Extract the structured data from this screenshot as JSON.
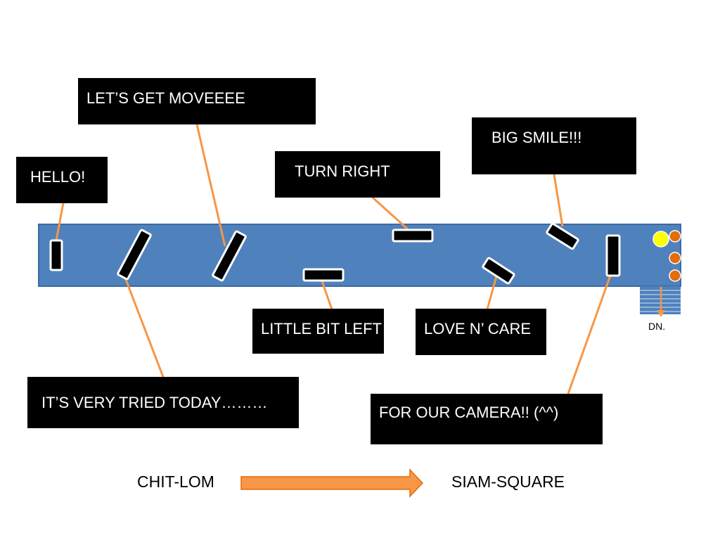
{
  "callouts": {
    "hello": "HELLO!",
    "lets_get_move": "LET’S  GET MOVEEEE",
    "turn_right": "TURN RIGHT",
    "big_smile": "BIG SMILE!!!",
    "little_bit_left": "LITTLE BIT LEFT",
    "love_n_care": "LOVE  N’ CARE",
    "very_tired": "IT’S VERY TRIED TODAY………",
    "for_our_camera": "FOR OUR CAMERA!!    (^^)"
  },
  "stairs": {
    "label": "DN."
  },
  "route": {
    "from": "CHIT-LOM",
    "to": "SIAM-SQUARE"
  },
  "colors": {
    "walkway": "#4f81bd",
    "walkway_border": "#3b6aa3",
    "pointer_line": "#f79646",
    "callout_bg": "#000000",
    "callout_text": "#ffffff",
    "person_fill": "#000000",
    "person_outline": "#ffffff",
    "yellow_dot": "#ffff00",
    "orange_dot": "#e46c0a",
    "arrow": "#f79646"
  }
}
